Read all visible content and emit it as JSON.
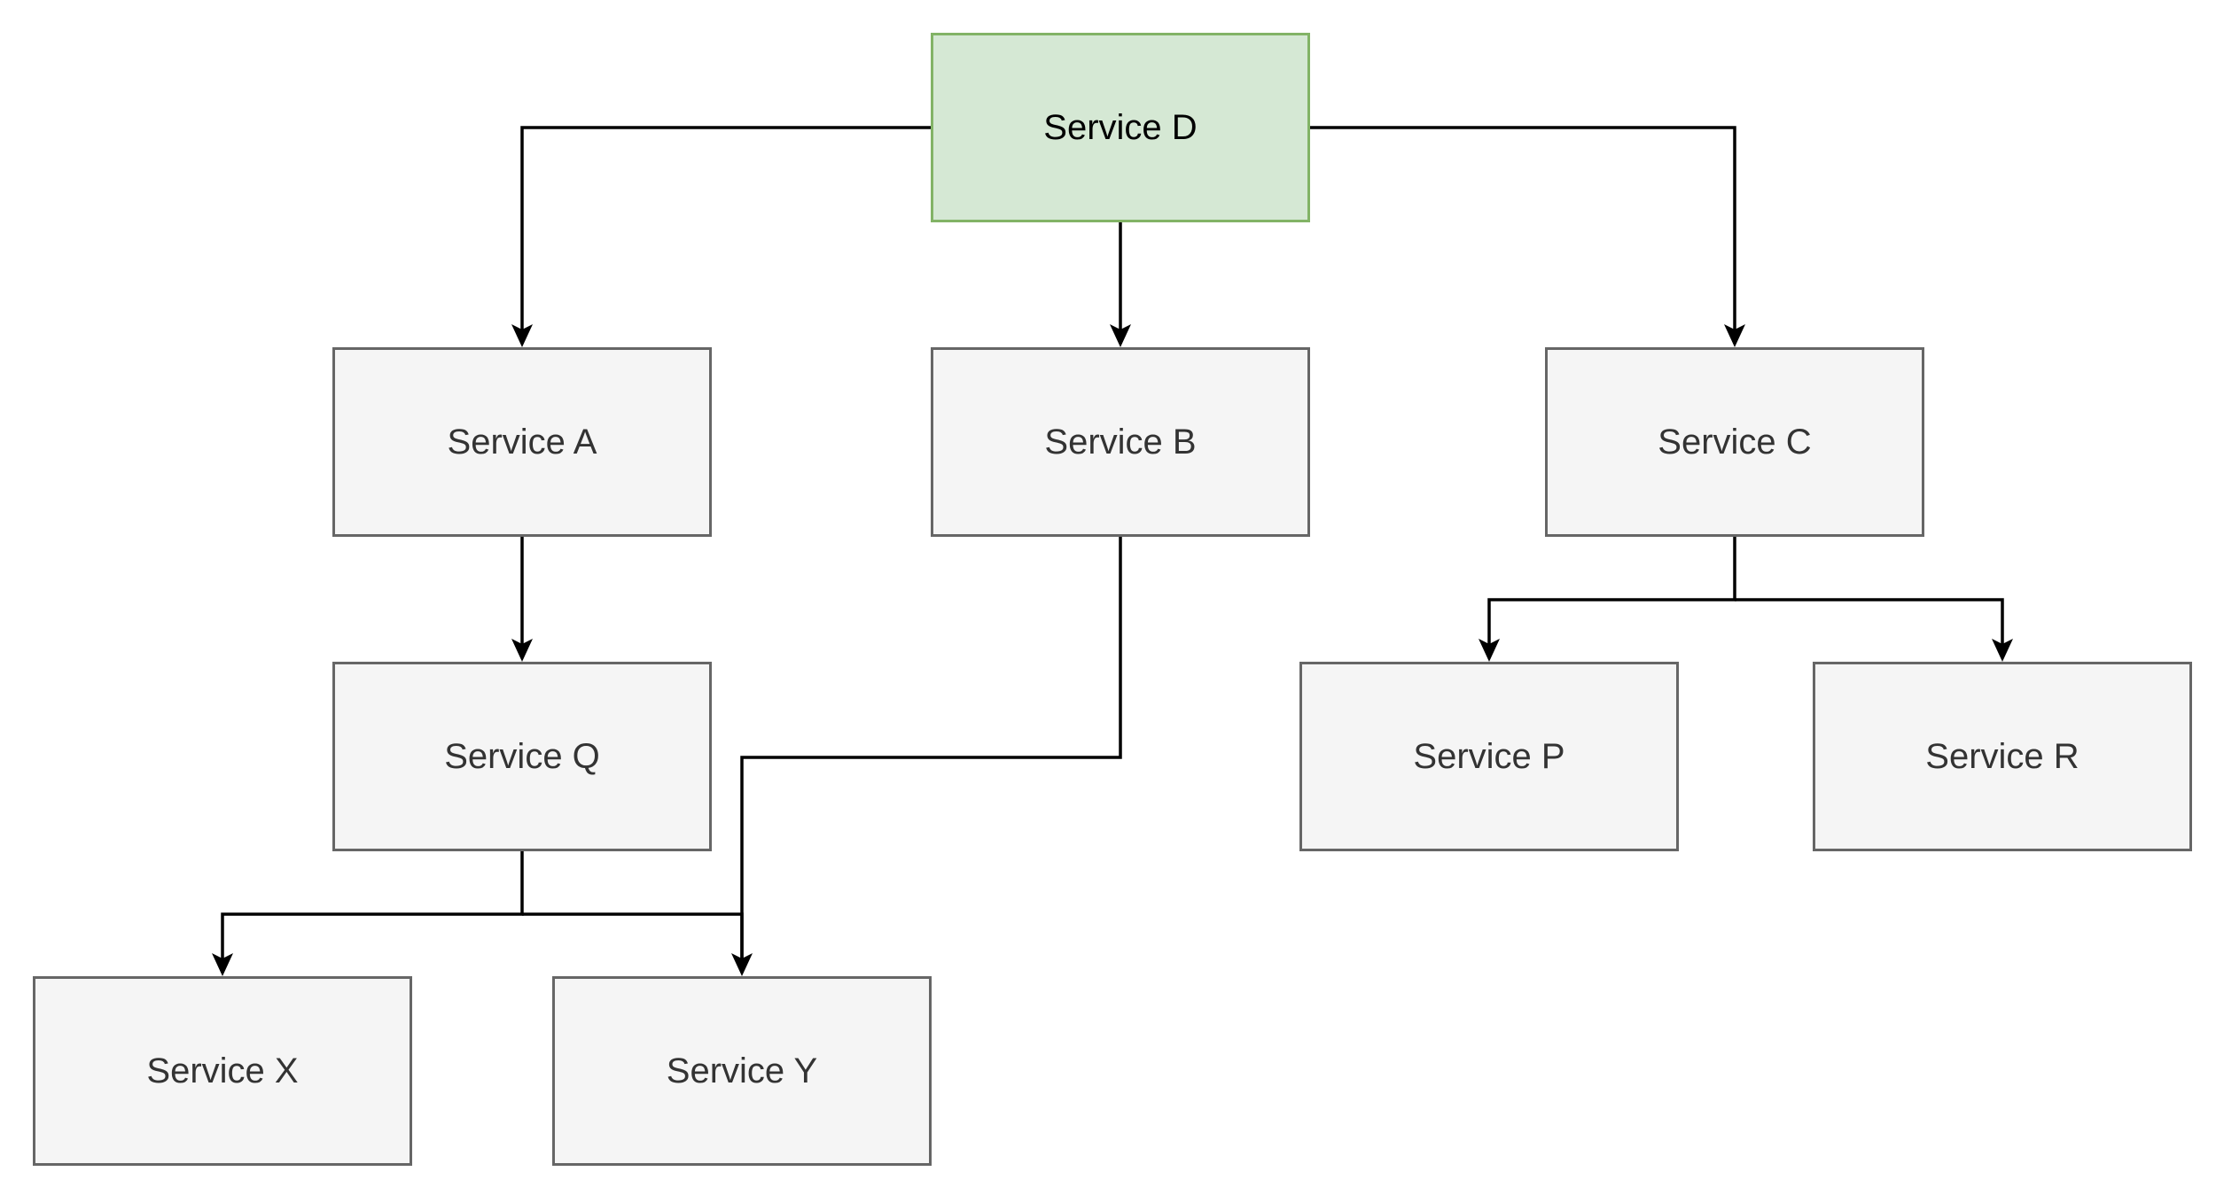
{
  "diagram": {
    "colors": {
      "root_fill": "#d5e8d4",
      "root_stroke": "#82b366",
      "node_fill": "#f5f5f5",
      "node_stroke": "#666666",
      "edge": "#000000"
    },
    "nodes": {
      "service_d": "Service D",
      "service_a": "Service A",
      "service_b": "Service B",
      "service_c": "Service C",
      "service_q": "Service Q",
      "service_p": "Service P",
      "service_r": "Service R",
      "service_x": "Service X",
      "service_y": "Service Y"
    },
    "edges": [
      {
        "from": "Service D",
        "to": "Service A"
      },
      {
        "from": "Service D",
        "to": "Service B"
      },
      {
        "from": "Service D",
        "to": "Service C"
      },
      {
        "from": "Service A",
        "to": "Service Q"
      },
      {
        "from": "Service B",
        "to": "Service Y"
      },
      {
        "from": "Service C",
        "to": "Service P"
      },
      {
        "from": "Service C",
        "to": "Service R"
      },
      {
        "from": "Service Q",
        "to": "Service X"
      },
      {
        "from": "Service Q",
        "to": "Service Y"
      }
    ]
  }
}
